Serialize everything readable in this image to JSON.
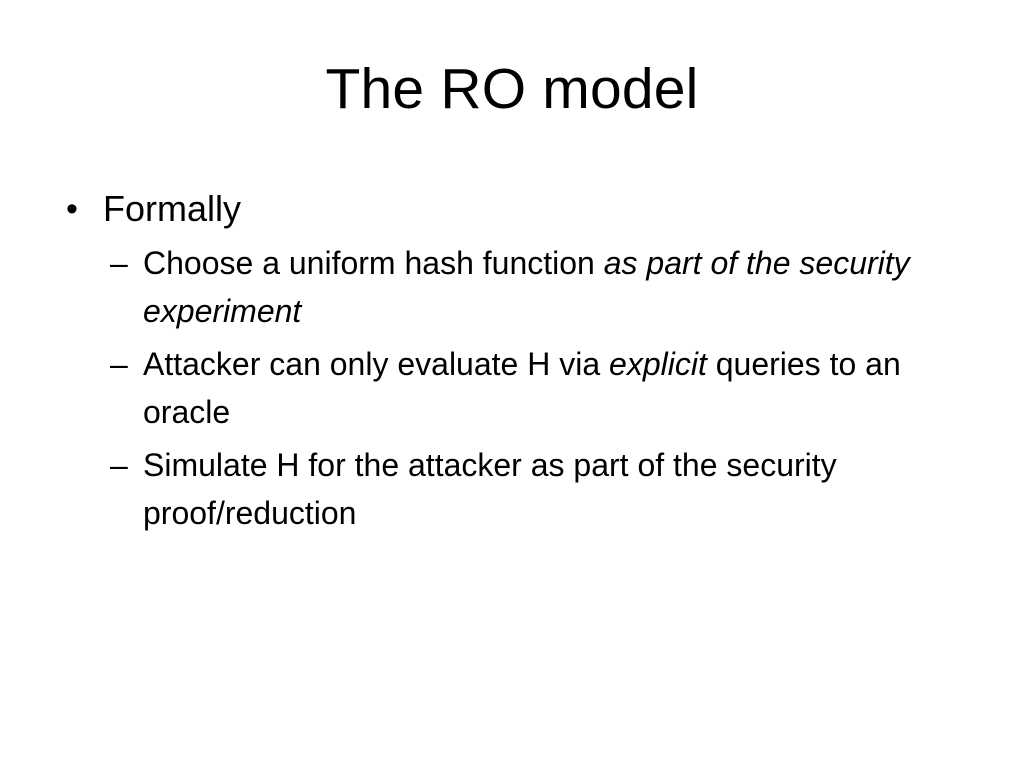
{
  "slide": {
    "title": "The RO model",
    "background_color": "#ffffff",
    "text_color": "#000000",
    "bullet_glyph": "•",
    "dash_glyph": "–",
    "outline": [
      {
        "level": 1,
        "text": "Formally",
        "marker": "•"
      },
      {
        "level": 2,
        "marker": "–",
        "runs": [
          {
            "text": "Choose a uniform hash function ",
            "italic": false
          },
          {
            "text": "as part of the security experiment",
            "italic": true
          }
        ],
        "plain_text": "Choose a uniform hash function as part of the security experiment"
      },
      {
        "level": 2,
        "marker": "–",
        "runs": [
          {
            "text": "Attacker can only evaluate H via ",
            "italic": false
          },
          {
            "text": "explicit",
            "italic": true
          },
          {
            "text": " queries to an oracle",
            "italic": false
          }
        ],
        "plain_text": "Attacker can only evaluate H via explicit queries to an oracle"
      },
      {
        "level": 2,
        "marker": "–",
        "runs": [
          {
            "text": "Simulate H for the attacker as part of the security proof/reduction",
            "italic": false
          }
        ],
        "plain_text": "Simulate H for the attacker as part of the security proof/reduction"
      }
    ]
  }
}
